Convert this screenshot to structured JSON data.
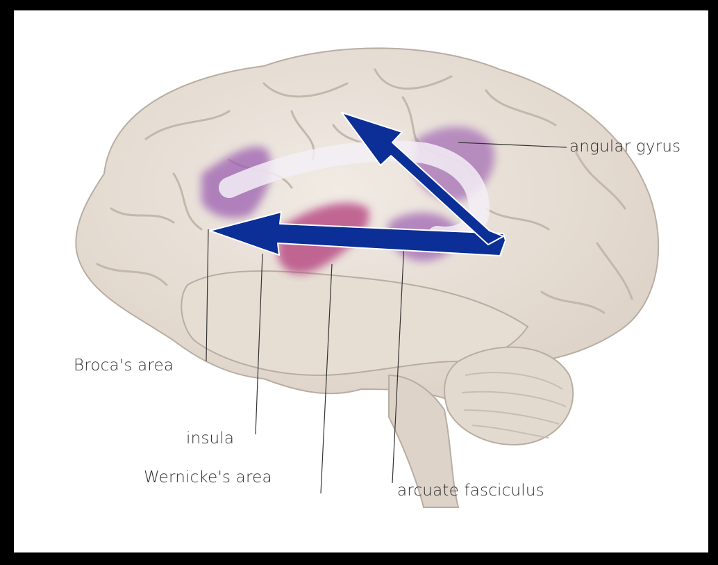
{
  "labels": {
    "angular_gyrus": "angular gyrus",
    "brocas_area": "Broca's area",
    "insula": "insula",
    "wernickes_area": "Wernicke's area",
    "arcuate_fasciculus": "arcuate fasciculus"
  },
  "colors": {
    "background_frame": "#000000",
    "page": "#ffffff",
    "brain_tissue": "#e9e1d9",
    "brain_outline": "#b9ada2",
    "purple_region": "#9b5fb0",
    "magenta_region": "#b23a7a",
    "arrow": "#0b2f96",
    "arrow_outline": "#ffffff"
  }
}
